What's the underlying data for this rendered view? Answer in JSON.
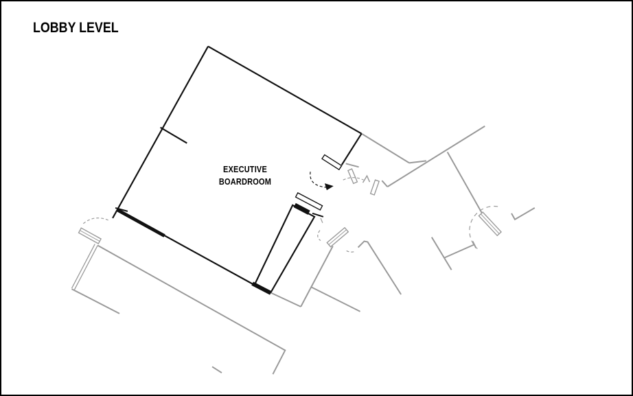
{
  "page": {
    "title": "LOBBY LEVEL"
  },
  "room": {
    "name_line1": "EXECUTIVE",
    "name_line2": "BOARDROOM"
  },
  "colors": {
    "primary_line": "#111111",
    "context_line": "#999999",
    "background": "#ffffff",
    "border": "#000000"
  }
}
